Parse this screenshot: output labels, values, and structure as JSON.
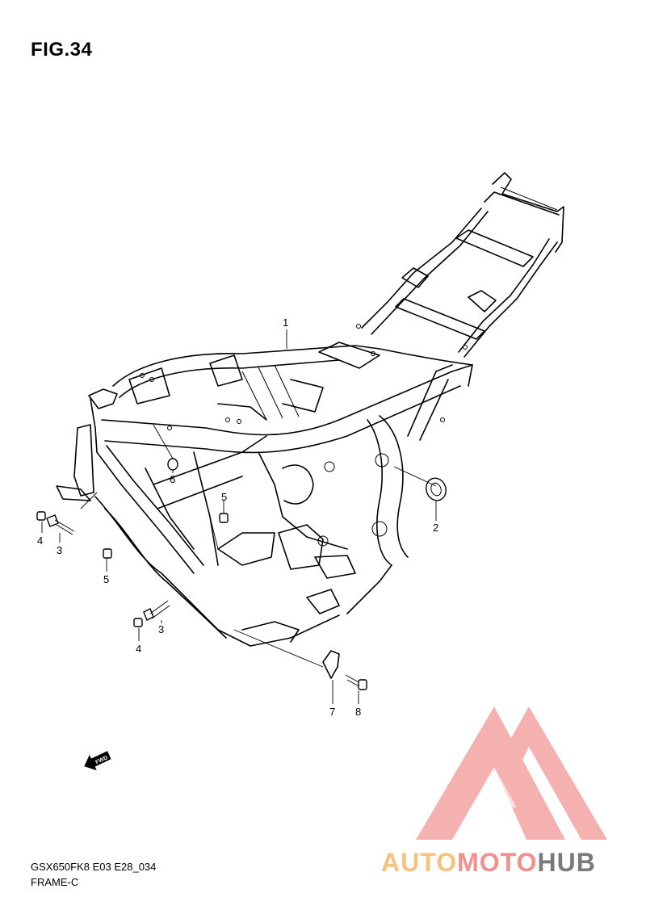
{
  "figure": {
    "title": "FIG.34"
  },
  "callouts": [
    {
      "id": "frame",
      "label": "1"
    },
    {
      "id": "cap",
      "label": "2"
    },
    {
      "id": "bolt-left",
      "label": "3"
    },
    {
      "id": "nut-left",
      "label": "4"
    },
    {
      "id": "nut-mid-left",
      "label": "5"
    },
    {
      "id": "cover",
      "label": "6"
    },
    {
      "id": "nut-center",
      "label": "5"
    },
    {
      "id": "bolt-bottom",
      "label": "3"
    },
    {
      "id": "nut-bottom",
      "label": "4"
    },
    {
      "id": "bracket",
      "label": "7"
    },
    {
      "id": "bolt-bracket",
      "label": "8"
    }
  ],
  "fwd_arrow": {
    "label": "FWD"
  },
  "footer": {
    "model_code": "GSX650FK8 E03 E28_034",
    "section": "FRAME-C"
  },
  "watermark": {
    "part1": "AUTO",
    "part2": "MOTO",
    "part3": "HUB",
    "colors": {
      "triangle": "#f28f8f",
      "auto": "#f7c27e",
      "moto": "#f28f8f",
      "hub": "#7a7a7a"
    }
  }
}
